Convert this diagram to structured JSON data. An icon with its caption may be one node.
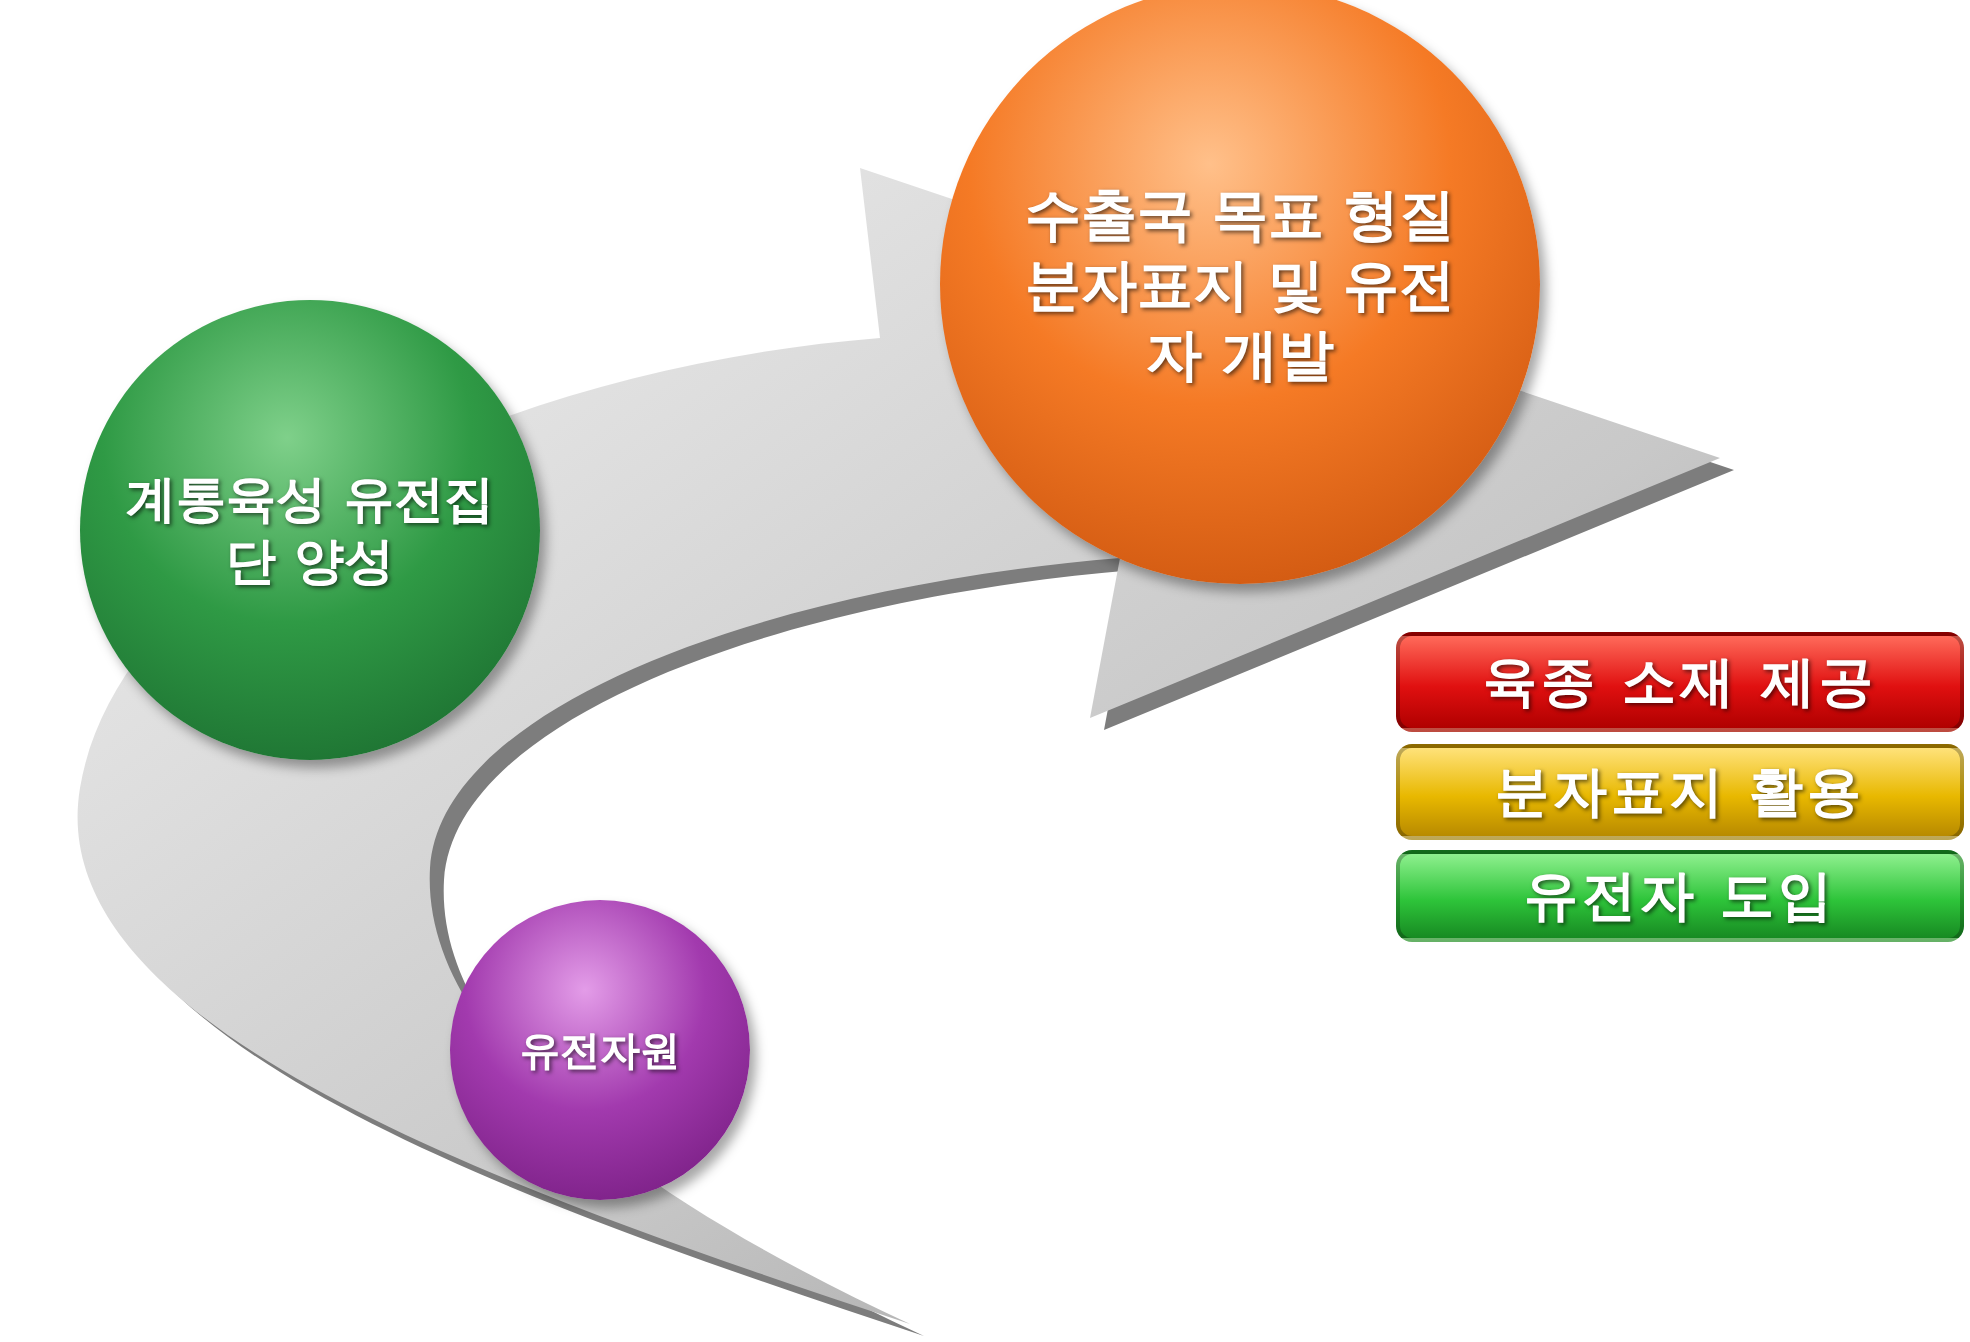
{
  "diagram": {
    "nodes": [
      {
        "text": [
          "계통육성 유전집단 양성"
        ]
      },
      {
        "text": [
          "수출국 목표 형질 분자표지 및 유전자 개발"
        ]
      },
      {
        "text": [
          "유전자원"
        ]
      },
      {
        "text": [
          "육종 소재 제공"
        ]
      },
      {
        "text": [
          "분자표지 활용"
        ]
      },
      {
        "text": [
          "유전자 도입"
        ]
      }
    ]
  }
}
